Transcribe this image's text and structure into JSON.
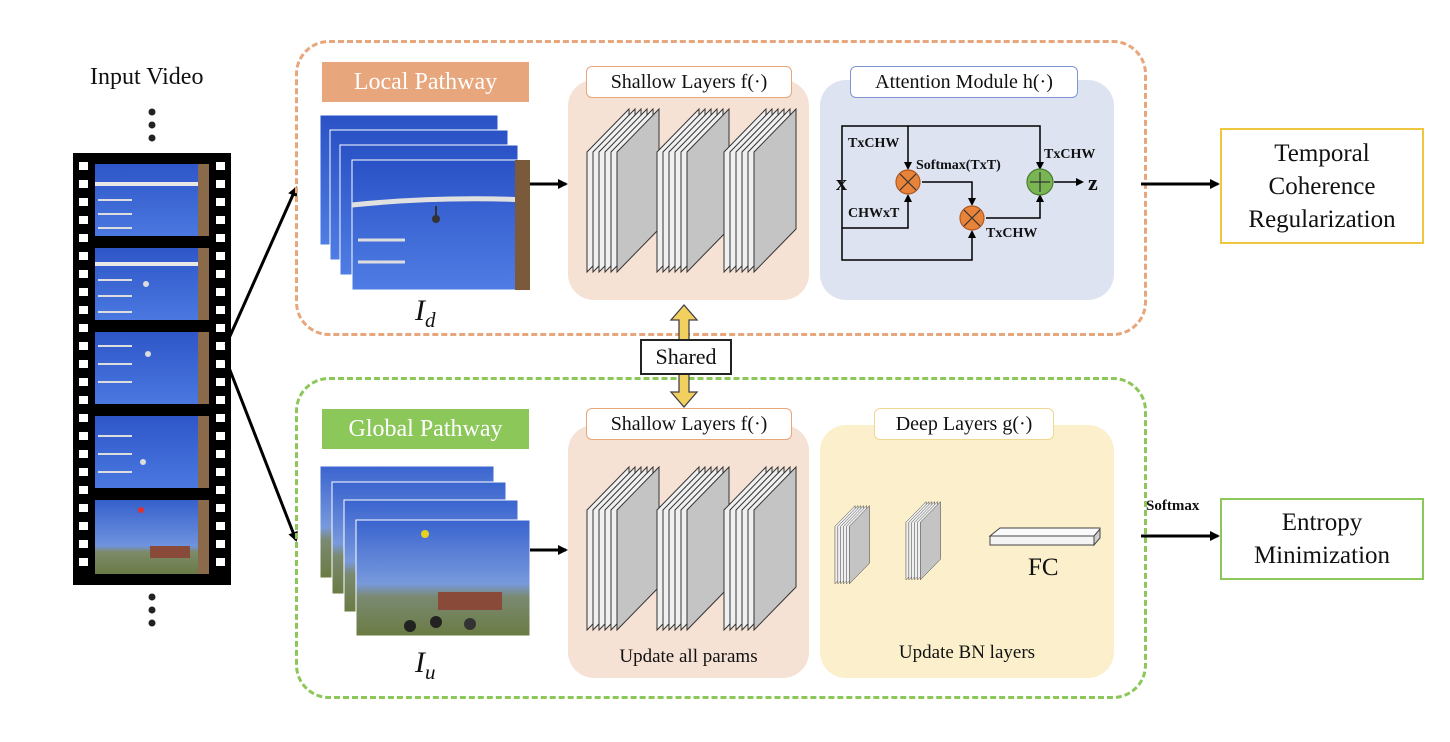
{
  "input": {
    "title": "Input Video"
  },
  "local": {
    "label": "Local Pathway",
    "image_caption": "I",
    "image_caption_sub": "d",
    "shallow_tag": "Shallow Layers f(·)",
    "attention_tag": "Attention Module h(·)",
    "attention": {
      "x": "x",
      "z": "z",
      "txchw_top": "TxCHW",
      "softmax": "Softmax(TxT)",
      "txchw_right": "TxCHW",
      "chwxt": "CHWxT",
      "txchw_bottom": "TxCHW"
    }
  },
  "shared": {
    "label": "Shared"
  },
  "global": {
    "label": "Global Pathway",
    "image_caption": "I",
    "image_caption_sub": "u",
    "shallow_tag": "Shallow Layers f(·)",
    "shallow_caption": "Update all params",
    "deep_tag": "Deep Layers g(·)",
    "deep_caption": "Update BN layers",
    "fc_label": "FC"
  },
  "outputs": {
    "temporal": [
      "Temporal",
      "Coherence",
      "Regularization"
    ],
    "entropy": [
      "Entropy",
      "Minimization"
    ],
    "softmax_label": "Softmax"
  },
  "colors": {
    "local_orange": "#e7a67c",
    "global_green": "#8cc75a",
    "shallow_panel": "#f6e1d5",
    "attention_panel": "#dde3f1",
    "deep_panel": "#fbf0cb",
    "temporal_border": "#f0c640",
    "entropy_border": "#8cc75a",
    "shared_arrow": "#f2d060"
  }
}
